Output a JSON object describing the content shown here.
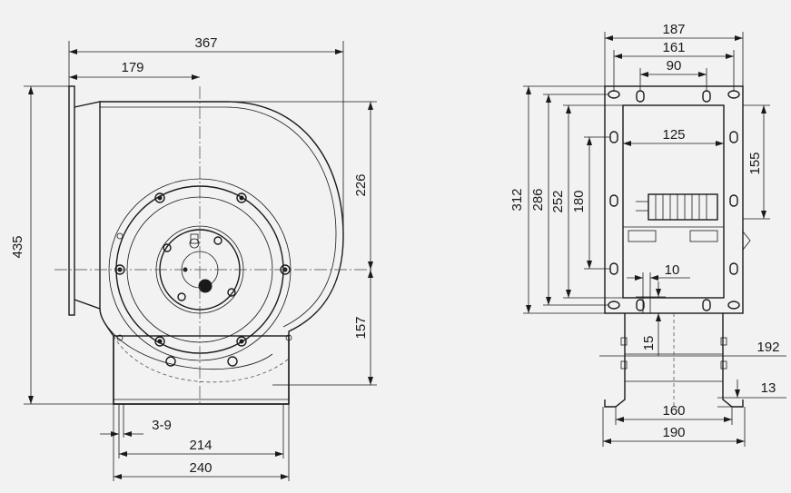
{
  "views": {
    "side": {
      "dimensions": {
        "overall_width": "367",
        "center_offset": "179",
        "overall_height": "435",
        "upper_height": "226",
        "lower_height": "157",
        "foot_slot": "3-9",
        "foot_holes": "214",
        "foot_width": "240"
      }
    },
    "front": {
      "dimensions": {
        "flange_width": "187",
        "flange_holes_outer": "161",
        "flange_holes_inner": "90",
        "opening_width": "125",
        "height_total": "312",
        "height_holes_outer": "286",
        "height_opening": "252",
        "height_holes_inner": "180",
        "right_height": "155",
        "slot": "10",
        "foot_offset": "15",
        "depth": "192",
        "foot_thickness": "13",
        "base_holes": "160",
        "base_width": "190"
      }
    }
  }
}
